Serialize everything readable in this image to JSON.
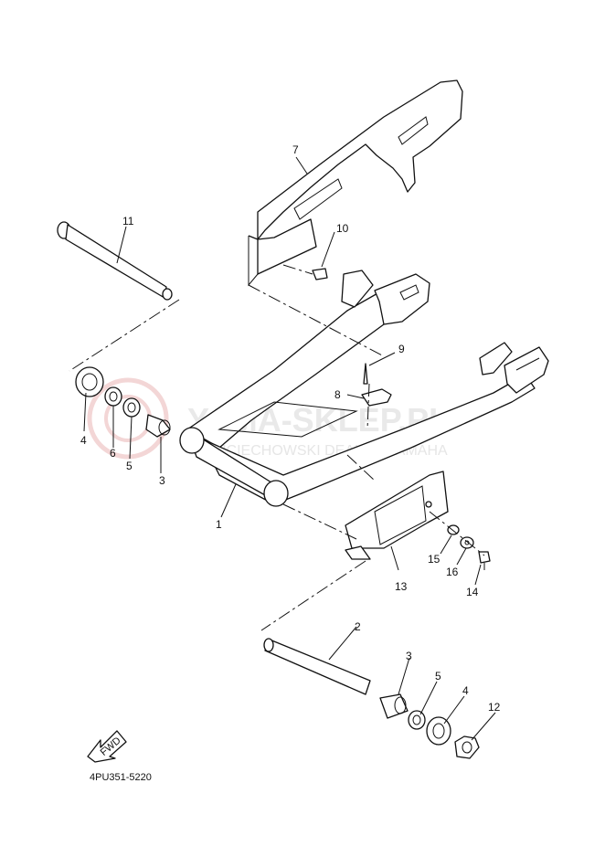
{
  "diagram": {
    "part_code": "4PU351-5220",
    "fwd_label": "FWD",
    "watermark": {
      "main": "YAMA-SKLEP.PL",
      "sub": "WOJCIECHOWSKI DEALER YAMAHA"
    },
    "callouts": {
      "c1": "1",
      "c2": "2",
      "c3a": "3",
      "c3b": "3",
      "c4a": "4",
      "c4b": "4",
      "c5a": "5",
      "c5b": "5",
      "c6": "6",
      "c7": "7",
      "c8": "8",
      "c9": "9",
      "c10": "10",
      "c11": "11",
      "c12": "12",
      "c13": "13",
      "c14": "14",
      "c15": "15",
      "c16": "16"
    }
  }
}
